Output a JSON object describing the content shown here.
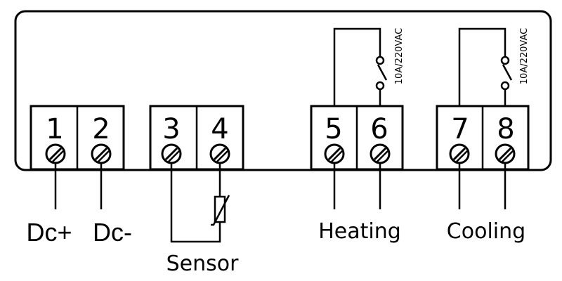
{
  "terminals": [
    {
      "number": "1"
    },
    {
      "number": "2"
    },
    {
      "number": "3"
    },
    {
      "number": "4"
    },
    {
      "number": "5"
    },
    {
      "number": "6"
    },
    {
      "number": "7"
    },
    {
      "number": "8"
    }
  ],
  "labels": {
    "dc_plus": "Dc+",
    "dc_minus": "Dc-",
    "sensor": "Sensor",
    "heating": "Heating",
    "cooling": "Cooling"
  },
  "relays": {
    "heating_rating": "10A/220VAC",
    "cooling_rating": "10A/220VAC"
  }
}
